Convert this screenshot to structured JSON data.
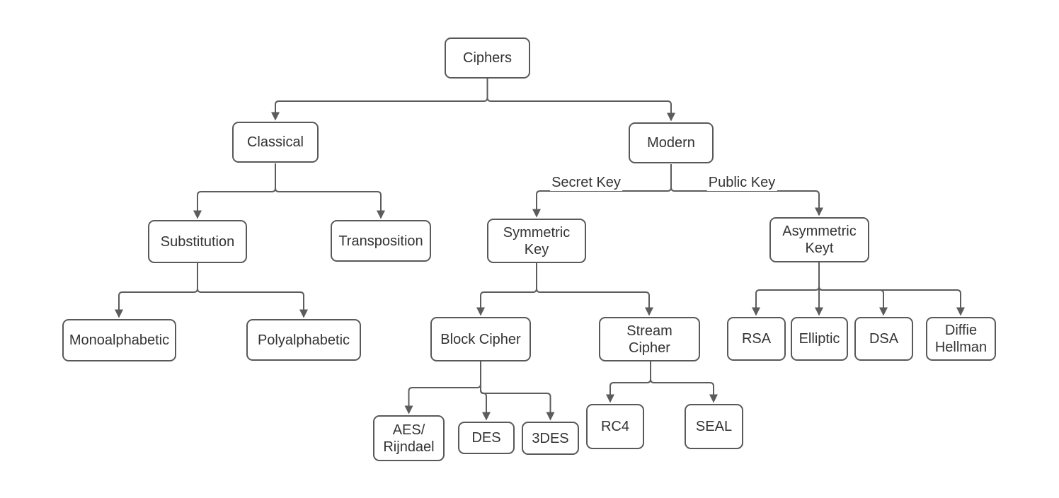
{
  "diagram": {
    "colors": {
      "node_border": "#595959",
      "connector": "#5c5c5c",
      "text": "#333333",
      "background": "#ffffff"
    },
    "nodes": {
      "ciphers": {
        "label": "Ciphers"
      },
      "classical": {
        "label": "Classical"
      },
      "modern": {
        "label": "Modern"
      },
      "substitution": {
        "label": "Substitution"
      },
      "transposition": {
        "label": "Transposition"
      },
      "monoalphabetic": {
        "label": "Monoalphabetic"
      },
      "polyalphabetic": {
        "label": "Polyalphabetic"
      },
      "symmetric_key": {
        "label": "Symmetric\nKey"
      },
      "asymmetric_keyt": {
        "label": "Asymmetric\nKeyt"
      },
      "block_cipher": {
        "label": "Block Cipher"
      },
      "stream_cipher": {
        "label": "Stream\nCipher"
      },
      "aes_rijndael": {
        "label": "AES/\nRijndael"
      },
      "des": {
        "label": "DES"
      },
      "triple_des": {
        "label": "3DES"
      },
      "rc4": {
        "label": "RC4"
      },
      "seal": {
        "label": "SEAL"
      },
      "rsa": {
        "label": "RSA"
      },
      "elliptic": {
        "label": "Elliptic"
      },
      "dsa": {
        "label": "DSA"
      },
      "diffie_hellman": {
        "label": "Diffie\nHellman"
      }
    },
    "edge_labels": {
      "secret_key": "Secret Key",
      "public_key": "Public Key"
    },
    "edges": [
      {
        "from": "ciphers",
        "to": "classical"
      },
      {
        "from": "ciphers",
        "to": "modern"
      },
      {
        "from": "classical",
        "to": "substitution"
      },
      {
        "from": "classical",
        "to": "transposition"
      },
      {
        "from": "substitution",
        "to": "monoalphabetic"
      },
      {
        "from": "substitution",
        "to": "polyalphabetic"
      },
      {
        "from": "modern",
        "to": "symmetric_key",
        "label": "Secret Key"
      },
      {
        "from": "modern",
        "to": "asymmetric_keyt",
        "label": "Public Key"
      },
      {
        "from": "symmetric_key",
        "to": "block_cipher"
      },
      {
        "from": "symmetric_key",
        "to": "stream_cipher"
      },
      {
        "from": "block_cipher",
        "to": "aes_rijndael"
      },
      {
        "from": "block_cipher",
        "to": "des"
      },
      {
        "from": "block_cipher",
        "to": "triple_des"
      },
      {
        "from": "stream_cipher",
        "to": "rc4"
      },
      {
        "from": "stream_cipher",
        "to": "seal"
      },
      {
        "from": "asymmetric_keyt",
        "to": "rsa"
      },
      {
        "from": "asymmetric_keyt",
        "to": "elliptic"
      },
      {
        "from": "asymmetric_keyt",
        "to": "dsa"
      },
      {
        "from": "asymmetric_keyt",
        "to": "diffie_hellman"
      }
    ]
  }
}
